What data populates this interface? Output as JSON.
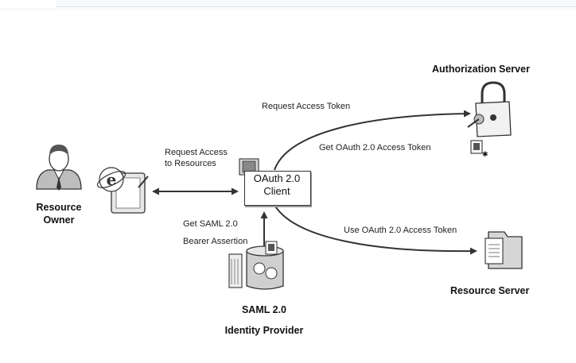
{
  "nodes": {
    "resource_owner": "Resource\nOwner",
    "client": "OAuth 2.0\nClient",
    "authorization_server": "Authorization Server",
    "resource_server": "Resource Server",
    "idp_line1": "SAML 2.0",
    "idp_line2": "Identity Provider"
  },
  "edges": {
    "request_access": "Request Access\nto Resources",
    "request_token": "Request Access Token",
    "get_token": "Get OAuth  2.0 Access Token",
    "use_token": "Use OAuth  2.0 Access Token",
    "saml_line1": "Get SAML 2.0",
    "saml_line2": "Bearer Assertion"
  }
}
